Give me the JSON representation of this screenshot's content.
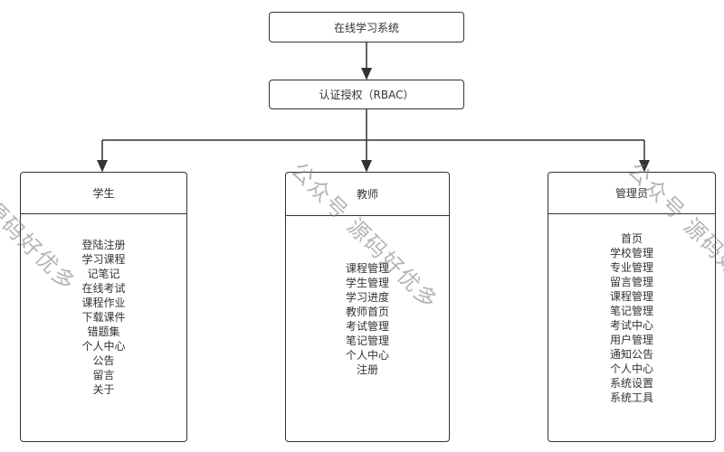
{
  "root": {
    "label": "在线学习系统"
  },
  "auth": {
    "label": "认证授权（RBAC）"
  },
  "roles": [
    {
      "title": "学生",
      "items": [
        "登陆注册",
        "学习课程",
        "记笔记",
        "在线考试",
        "课程作业",
        "下载课件",
        "错题集",
        "个人中心",
        "公告",
        "留言",
        "关于"
      ]
    },
    {
      "title": "教师",
      "items": [
        "课程管理",
        "学生管理",
        "学习进度",
        "教师首页",
        "考试管理",
        "笔记管理",
        "个人中心",
        "注册"
      ]
    },
    {
      "title": "管理员",
      "items": [
        "首页",
        "学校管理",
        "专业管理",
        "留言管理",
        "课程管理",
        "笔记管理",
        "考试中心",
        "用户管理",
        "通知公告",
        "个人中心",
        "系统设置",
        "系统工具"
      ]
    }
  ],
  "watermark": "公众号 源码好优多"
}
